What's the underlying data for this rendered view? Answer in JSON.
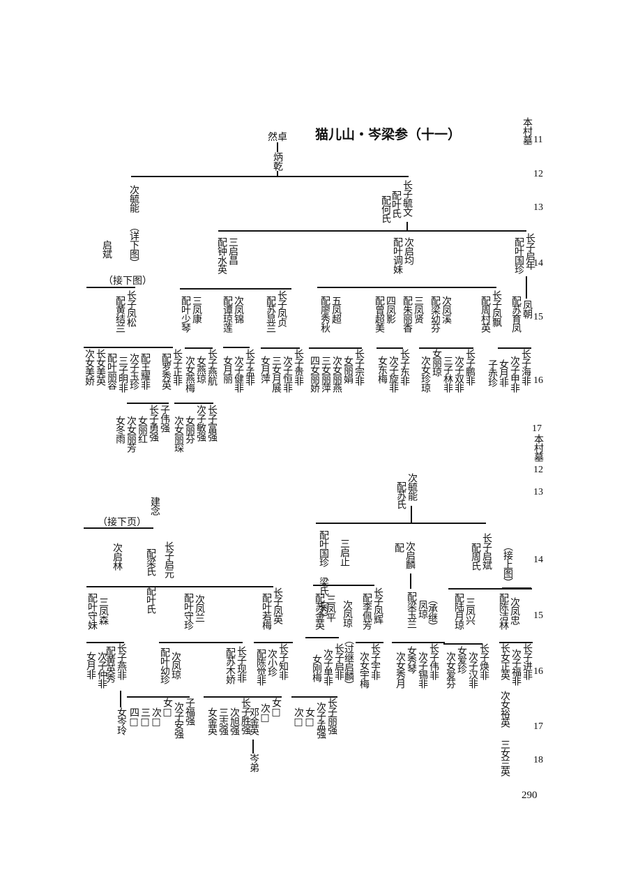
{
  "title": "猫儿山・岑梁参（十一）",
  "page_number": "290",
  "gen_labels_top": [
    "11",
    "12",
    "13",
    "14",
    "15",
    "16",
    "17"
  ],
  "gen_labels_bottom": [
    "12",
    "13",
    "14",
    "15",
    "16",
    "17",
    "18"
  ],
  "village_tags": {
    "top": "本村墓",
    "bottom": "本村墓"
  },
  "top_tree": {
    "root": "然卓",
    "gen12": "炳乾",
    "second_son_neng": "次毓能",
    "second_son_neng_note": "（详下图）",
    "eldest_wen": "长子毓文",
    "eldest_wen_spouse": "配叶氏",
    "eldest_wen_spouse2": "配何氏",
    "qibin": "启斌",
    "qibin_note": "（接下图）",
    "g14_san": "三启昌",
    "g14_san_spouse": "配钟水英",
    "g14_ci": "次启均",
    "g14_ci_spouse": "配叶调妹",
    "g14_zhang": "长子启年",
    "g14_zhang_spouse": "配叶国珍",
    "g15": [
      {
        "name": "长子凤松",
        "spouse": "配黄结兰"
      },
      {
        "name": "三凤康",
        "spouse": "配叶少琴"
      },
      {
        "name": "次凤锦",
        "spouse": "配谭琼莲"
      },
      {
        "name": "长子凤贞",
        "spouse": "配苏显兰"
      },
      {
        "name": "五凤超",
        "spouse": "配廖秀秋"
      },
      {
        "name": "四凤影",
        "spouse": "配曾超美"
      },
      {
        "name": "三凤贤",
        "spouse": "配朱丽香"
      },
      {
        "name": "次凤溪",
        "spouse": "配梁幼芬"
      },
      {
        "name": "长子凤飘",
        "spouse": "配周村英"
      },
      {
        "name": "凤朝",
        "spouse": "配苏育凤"
      }
    ],
    "g16": [
      "次女美娇",
      "长女美英",
      "配叶丽容",
      "三子明非",
      "次子玉珍",
      "配王耀非",
      "配罗秀英",
      "长子正非",
      "次女燕梅",
      "女燕琼",
      "长子燕航",
      "女月丽",
      "次子健非",
      "长子孟非",
      "女月萍",
      "三女月展",
      "次子恒非",
      "长子贵非",
      "四女丽娇",
      "三女丽萍",
      "次女丽燕",
      "女丽娟",
      "长子宗非",
      "女东梅",
      "次子旋非",
      "长子东非",
      "次女珍琼",
      "女丽琼",
      "三子林非",
      "次子双非",
      "长子鹏非",
      "子赤珍",
      "女月非",
      "次子甲非",
      "长子海非"
    ],
    "g17": [
      "女冬雨",
      "次女丽芳",
      "女丽红",
      "长子勇强",
      "子伟强",
      "次女丽琛",
      "女丽芬",
      "次子敏强",
      "长子富强"
    ]
  },
  "bottom_tree": {
    "root": "次毓能",
    "root_spouse": "配苏氏",
    "jiannian": "建念",
    "jiannian_note": "（接下页）",
    "g14": [
      {
        "name": "次启林",
        "spouse": ""
      },
      {
        "name": "长子启元",
        "spouse": "配梁氏 配叶氏"
      },
      {
        "name": "三启止",
        "spouse": "配叶国珍 梁氏（秀）"
      },
      {
        "name": "次启麟",
        "spouse": "配"
      },
      {
        "name": "长子启斌",
        "spouse": "配周氏"
      }
    ],
    "qibin_note": "（接上图）",
    "g15": [
      {
        "name": "三凤森",
        "spouse": "配叶守妹"
      },
      {
        "name": "次凤兰",
        "spouse": "配叶守珍"
      },
      {
        "name": "长子凤英",
        "spouse": "配叶若梅"
      },
      {
        "name": "三凤平",
        "spouse": "配苏金英"
      },
      {
        "name": "次凤琼",
        "spouse": ""
      },
      {
        "name": "长子凤辉",
        "spouse": "配李佩芳"
      },
      {
        "name": "凤琼",
        "spouse": "配梁玉兰",
        "note": "（承继）"
      },
      {
        "name": "三凤兴",
        "spouse": "配陆月琼"
      },
      {
        "name": "次凤忠",
        "spouse": "配陈洁林"
      }
    ],
    "g16": [
      "女月非",
      "次子仲非",
      "长子燕非",
      "配黄英秀",
      "次凤琼",
      "配叶幼珍",
      "长子现非",
      "配苏木娇",
      "配陈觉非",
      "次小珍",
      "长子知非",
      "女刚梅",
      "次子单非",
      "长子启非",
      "（过继启麟）",
      "次女宇梅",
      "长子宇非",
      "次女秀月",
      "女秀琴",
      "次子锡非",
      "长子伟非",
      "次女爱芬",
      "女爱珍",
      "次子汉非",
      "长子焕非",
      "长女正英",
      "次女裕英",
      "三女兰英",
      "次子福非",
      "长子进非"
    ],
    "g17": [
      "女岑玲",
      "四□",
      "三□",
      "次□",
      "女□",
      "次子安强",
      "子福强",
      "女金英",
      "三志强",
      "次旭强",
      "长子胜强",
      "邓金英",
      "次□",
      "女□",
      "次□",
      "女□",
      "次子孟强",
      "长子丽强"
    ],
    "g18": "岑弟"
  }
}
